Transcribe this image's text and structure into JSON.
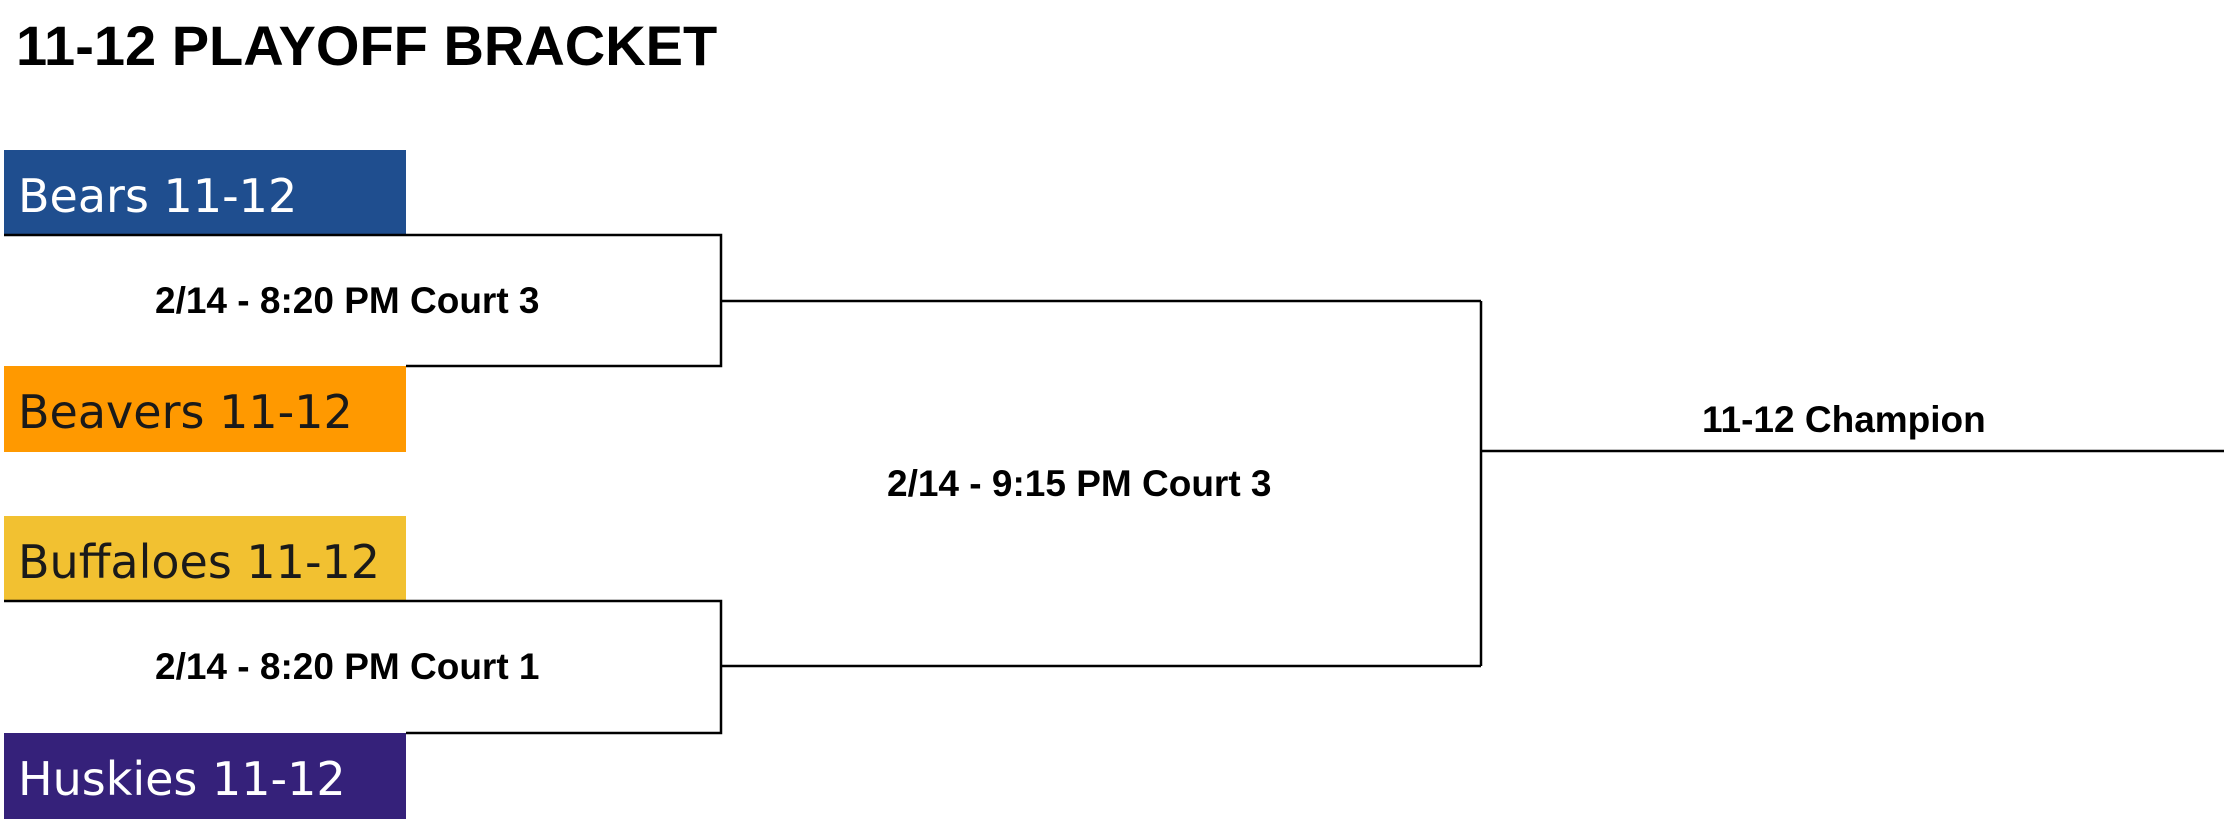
{
  "title": "11-12 PLAYOFF BRACKET",
  "teams": [
    {
      "name": "Bears 11-12",
      "bg": "#1f4e8f",
      "fg": "#ffffff"
    },
    {
      "name": "Beavers 11-12",
      "bg": "#ff9900",
      "fg": "#1a1a1a"
    },
    {
      "name": "Buffaloes 11-12",
      "bg": "#f2c131",
      "fg": "#1a1a1a"
    },
    {
      "name": "Huskies 11-12",
      "bg": "#35217a",
      "fg": "#ffffff"
    }
  ],
  "matches": [
    {
      "label": "2/14 - 8:20 PM Court 3"
    },
    {
      "label": "2/14 - 8:20 PM Court 1"
    },
    {
      "label": "2/14 - 9:15 PM Court 3"
    }
  ],
  "champion": {
    "label": "11-12 Champion"
  }
}
